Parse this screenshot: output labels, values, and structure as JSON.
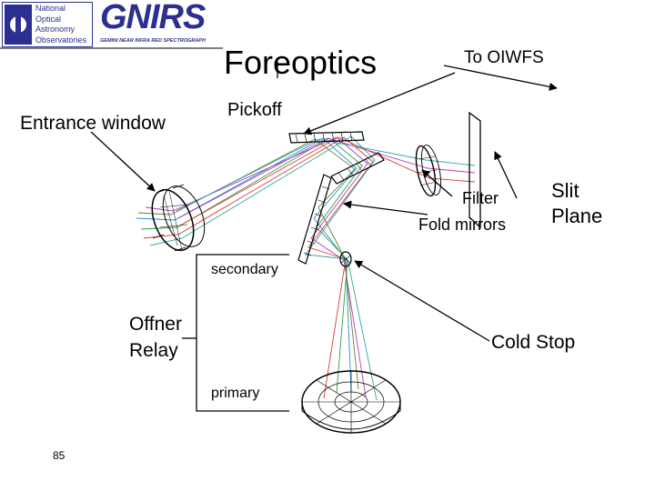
{
  "logo": {
    "organization": "National\nOptical\nAstronomy\nObservatories",
    "title": "GNIRS",
    "subtitle": "GEMINI NEAR INFRA RED SPECTROGRAPH",
    "brand_color": "#2b2f8f"
  },
  "labels": {
    "foreoptics": "Foreoptics",
    "to_oiwfs": "To OIWFS",
    "entrance_window": "Entrance window",
    "pickoff": "Pickoff",
    "filter": "Filter",
    "fold_mirrors": "Fold mirrors",
    "slit_plane": "Slit\nPlane",
    "secondary": "secondary",
    "offner_relay": "Offner\nRelay",
    "cold_stop": "Cold Stop",
    "primary": "primary"
  },
  "page_number": "85",
  "ray_colors": [
    "#1a8fd8",
    "#2e9e3e",
    "#b33bb8",
    "#d83c3c",
    "#2aa6a6",
    "#6a7f2a"
  ]
}
